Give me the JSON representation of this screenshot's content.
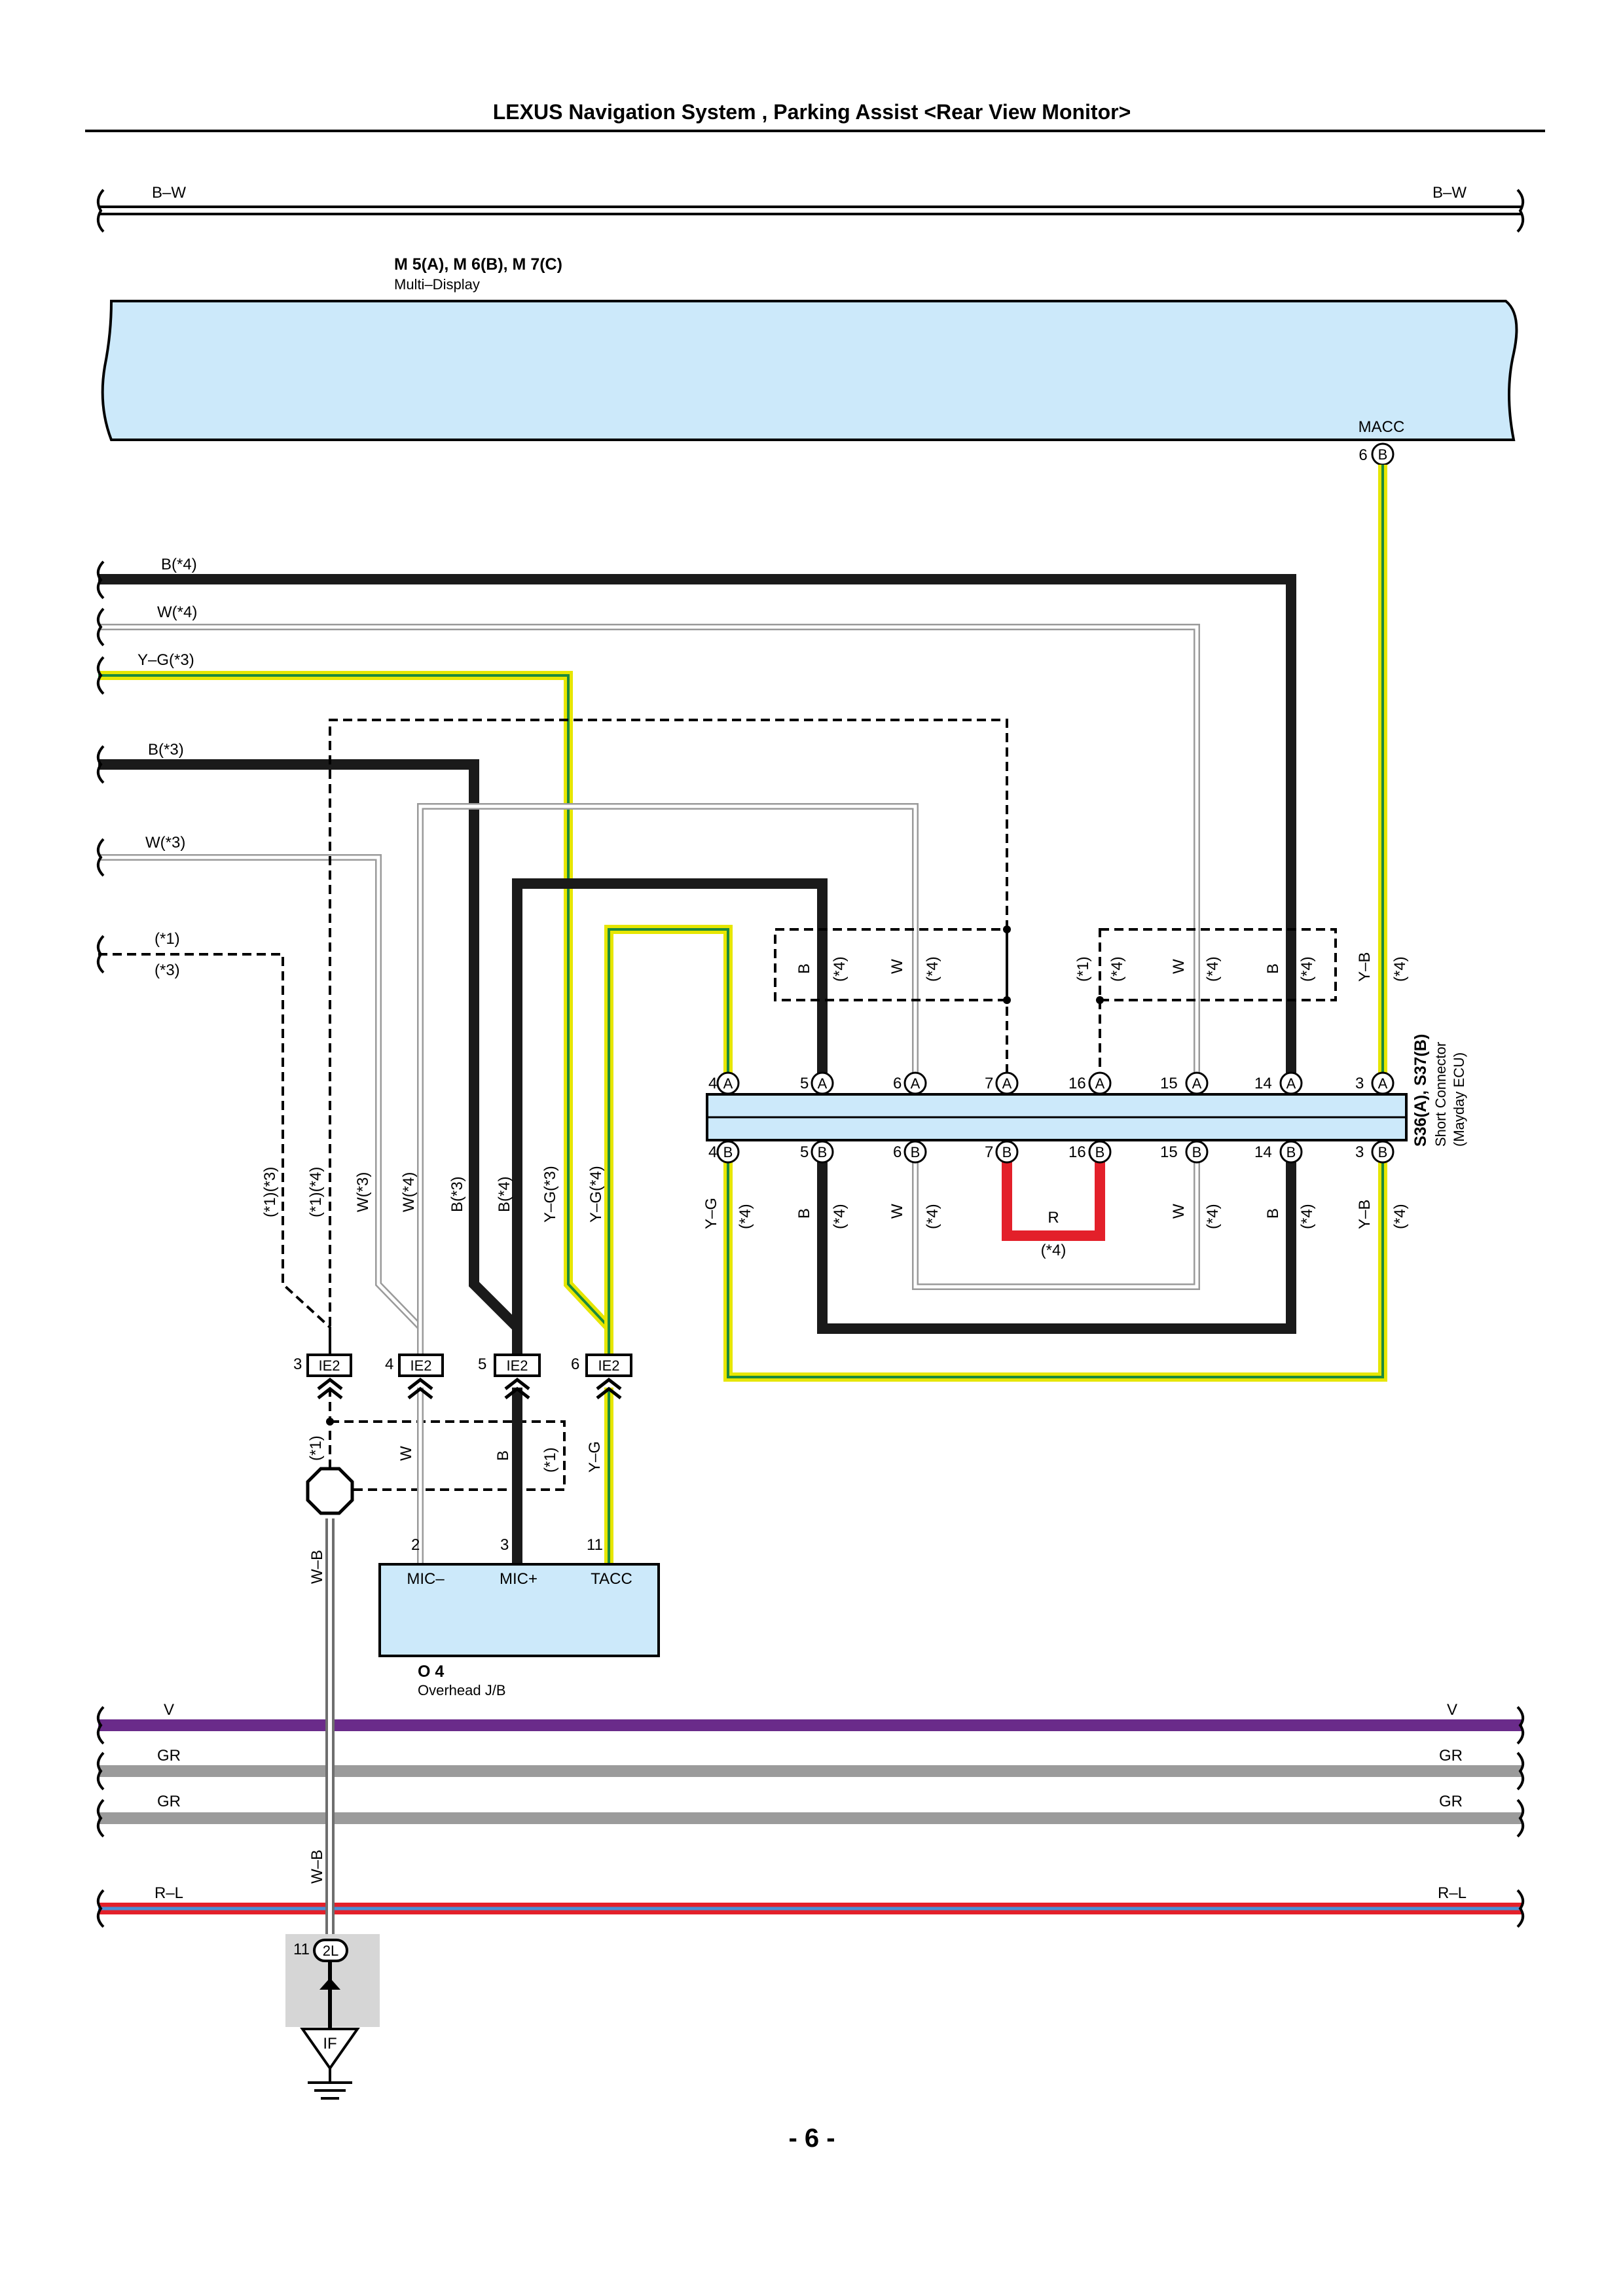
{
  "page": {
    "title": "LEXUS Navigation System , Parking Assist <Rear View Monitor>",
    "page_number": "- 6 -"
  },
  "colors": {
    "component_fill": "#cce9fa",
    "wire_black": "#1a1a1a",
    "wire_white_outline": "#9a9a9a",
    "wire_yellow": "#e6e600",
    "wire_green": "#1b8a3d",
    "wire_violet": "#6a2b8a",
    "wire_gray": "#9b9b9b",
    "wire_red": "#e3202a",
    "wire_blue": "#4a8fd6"
  },
  "top_bus": {
    "left_label": "B–W",
    "right_label": "B–W"
  },
  "multi_display": {
    "code": "M 5(A), M 6(B), M 7(C)",
    "name": "Multi–Display",
    "pin_name": "MACC",
    "pin_num": "6",
    "pin_conn": "B"
  },
  "left_wires": [
    {
      "label": "B(*4)"
    },
    {
      "label": "W(*4)"
    },
    {
      "label": "Y–G(*3)"
    },
    {
      "label": "B(*3)"
    },
    {
      "label": "W(*3)"
    },
    {
      "label": "(*1)"
    },
    {
      "label": "(*3)"
    }
  ],
  "vertical_labels": {
    "v1": "(*1)(*3)",
    "v2": "(*1)(*4)",
    "v3": "W(*3)",
    "v4": "W(*4)",
    "v5": "B(*3)",
    "v6": "B(*4)",
    "v7": "Y–G(*3)",
    "v8": "Y–G(*4)"
  },
  "short_connector": {
    "code": "S36(A), S37(B)",
    "name": "Short Connector",
    "sub": "(Mayday ECU)",
    "top_pins": [
      {
        "num": "4",
        "conn": "A"
      },
      {
        "num": "5",
        "conn": "A"
      },
      {
        "num": "6",
        "conn": "A"
      },
      {
        "num": "7",
        "conn": "A"
      },
      {
        "num": "16",
        "conn": "A"
      },
      {
        "num": "15",
        "conn": "A"
      },
      {
        "num": "14",
        "conn": "A"
      },
      {
        "num": "3",
        "conn": "A"
      }
    ],
    "bottom_pins": [
      {
        "num": "4",
        "conn": "B"
      },
      {
        "num": "5",
        "conn": "B"
      },
      {
        "num": "6",
        "conn": "B"
      },
      {
        "num": "7",
        "conn": "B"
      },
      {
        "num": "16",
        "conn": "B"
      },
      {
        "num": "15",
        "conn": "B"
      },
      {
        "num": "14",
        "conn": "B"
      },
      {
        "num": "3",
        "conn": "B"
      }
    ],
    "top_wire_labels": {
      "b": "B",
      "b_n": "(*4)",
      "w": "W",
      "w_n": "(*4)",
      "n1": "(*1)",
      "n1b": "(*4)",
      "w2": "W",
      "w2_n": "(*4)",
      "b2": "B",
      "b2_n": "(*4)",
      "yb": "Y–B",
      "yb_n": "(*4)"
    },
    "bottom_wire_labels": {
      "yg": "Y–G",
      "yg_n": "(*4)",
      "b": "B",
      "b_n": "(*4)",
      "w": "W",
      "w_n": "(*4)",
      "r": "R",
      "r_n": "(*4)",
      "w2": "W",
      "w2_n": "(*4)",
      "b2": "B",
      "b2_n": "(*4)",
      "yb": "Y–B",
      "yb_n": "(*4)"
    }
  },
  "ie2_connectors": [
    {
      "num": "3",
      "name": "IE2"
    },
    {
      "num": "4",
      "name": "IE2"
    },
    {
      "num": "5",
      "name": "IE2"
    },
    {
      "num": "6",
      "name": "IE2"
    }
  ],
  "lower_wire_labels": {
    "n1": "(*1)",
    "w": "W",
    "b": "B",
    "n1b": "(*1)",
    "yg": "Y–G",
    "wb": "W–B",
    "wb2": "W–B"
  },
  "overhead_jb": {
    "code": "O 4",
    "name": "Overhead J/B",
    "pins": [
      {
        "num": "2",
        "name": "MIC–"
      },
      {
        "num": "3",
        "name": "MIC+"
      },
      {
        "num": "11",
        "name": "TACC"
      }
    ]
  },
  "buses": [
    {
      "left": "V",
      "right": "V",
      "color": "violet"
    },
    {
      "left": "GR",
      "right": "GR",
      "color": "gray"
    },
    {
      "left": "GR",
      "right": "GR",
      "color": "gray"
    },
    {
      "left": "R–L",
      "right": "R–L",
      "color": "red-blue"
    }
  ],
  "junction_2l": {
    "num": "11",
    "name": "2L"
  },
  "ground": {
    "name": "IF"
  }
}
